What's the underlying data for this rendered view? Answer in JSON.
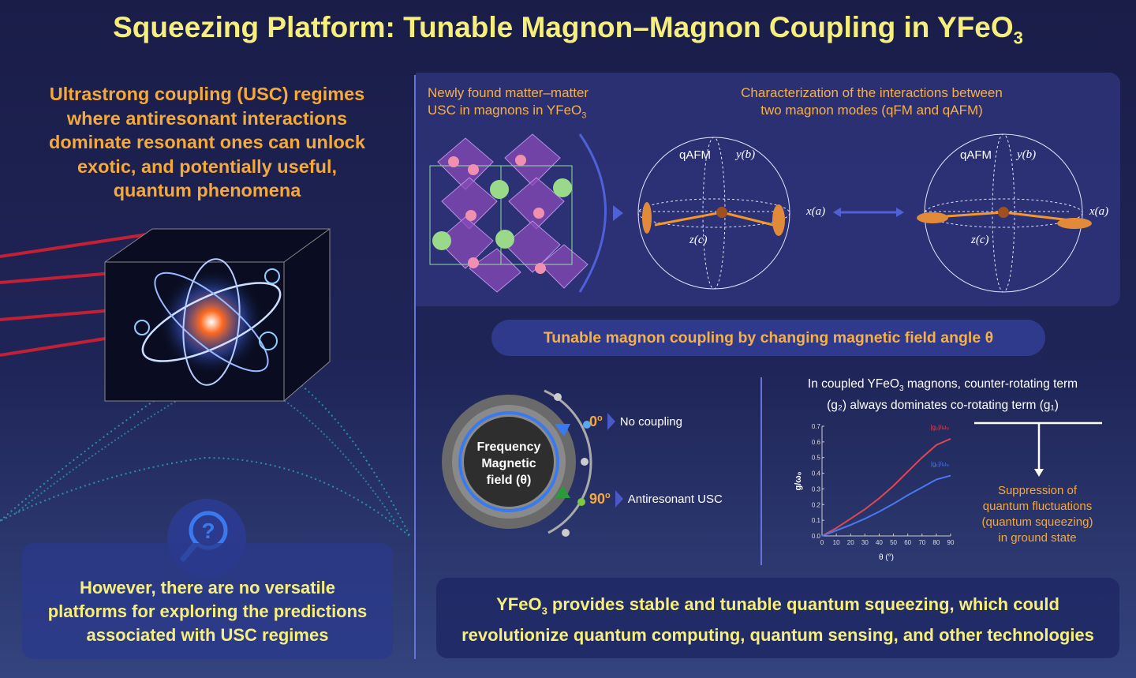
{
  "title": {
    "text": "Squeezing Platform: Tunable Magnon–Magnon Coupling in YFeO",
    "sub": "3"
  },
  "left": {
    "intro": [
      "Ultrastrong coupling (USC) regimes",
      "where antiresonant interactions",
      "dominate resonant ones can unlock",
      "exotic, and potentially useful,",
      "quantum phenomena"
    ],
    "question_icon": "question-magnifier-icon",
    "box": [
      "However, there are no versatile",
      "platforms for exploring the predictions",
      "associated with USC regimes"
    ]
  },
  "top_panel": {
    "left_heading": {
      "line1": "Newly found matter–matter",
      "line2": "USC in magnons in YFeO",
      "sub": "3"
    },
    "right_heading": {
      "line1": "Characterization of the interactions between",
      "line2": "two magnon modes (qFM and qAFM)"
    },
    "sphere_labels": {
      "mode": "qAFM",
      "y": "y(b)",
      "x": "x(a)",
      "z": "z(c)"
    }
  },
  "banner": "Tunable magnon coupling by changing magnetic field angle θ",
  "dial": {
    "center": [
      "Frequency",
      "Magnetic",
      "field (θ)"
    ],
    "items": [
      {
        "angle": "0",
        "sup": "o",
        "label": "No coupling"
      },
      {
        "angle": "90",
        "sup": "o",
        "label": "Antiresonant USC"
      }
    ]
  },
  "chart_heading": {
    "line1a": "In coupled YFeO",
    "line1sub": "3",
    "line1b": " magnons, counter-rotating term",
    "line2": "(g₂) always dominates co-rotating term (g₁)"
  },
  "conclusion": [
    "Suppression of",
    "quantum fluctuations",
    "(quantum squeezing)",
    "in ground state"
  ],
  "bottom": {
    "line1a": "YFeO",
    "sub": "3",
    "line1b": " provides stable and tunable quantum squeezing, which could",
    "line2": "revolutionize quantum computing, quantum sensing, and other technologies"
  },
  "colors": {
    "title": "#f6ef7c",
    "accent": "#f5a93a",
    "g2": "#e04850",
    "g1": "#4a78f0"
  },
  "chart_data": {
    "type": "line",
    "xlabel": "θ (°)",
    "ylabel": "g/ω₀",
    "xlim": [
      0,
      90
    ],
    "ylim": [
      0,
      0.7
    ],
    "xticks": [
      0,
      10,
      20,
      30,
      40,
      50,
      60,
      70,
      80,
      90
    ],
    "yticks": [
      "0.0",
      "0.1",
      "0.2",
      "0.3",
      "0.4",
      "0.5",
      "0.6",
      "0.7"
    ],
    "x": [
      0,
      10,
      20,
      30,
      40,
      50,
      60,
      70,
      80,
      90
    ],
    "series": [
      {
        "name": "|g₂|/ω₀",
        "color": "#e04850",
        "values": [
          0,
          0.05,
          0.11,
          0.17,
          0.24,
          0.32,
          0.41,
          0.5,
          0.58,
          0.62
        ]
      },
      {
        "name": "|g₁|/ω₀",
        "color": "#4a78f0",
        "values": [
          0,
          0.035,
          0.07,
          0.11,
          0.155,
          0.205,
          0.26,
          0.31,
          0.36,
          0.385
        ]
      }
    ]
  }
}
